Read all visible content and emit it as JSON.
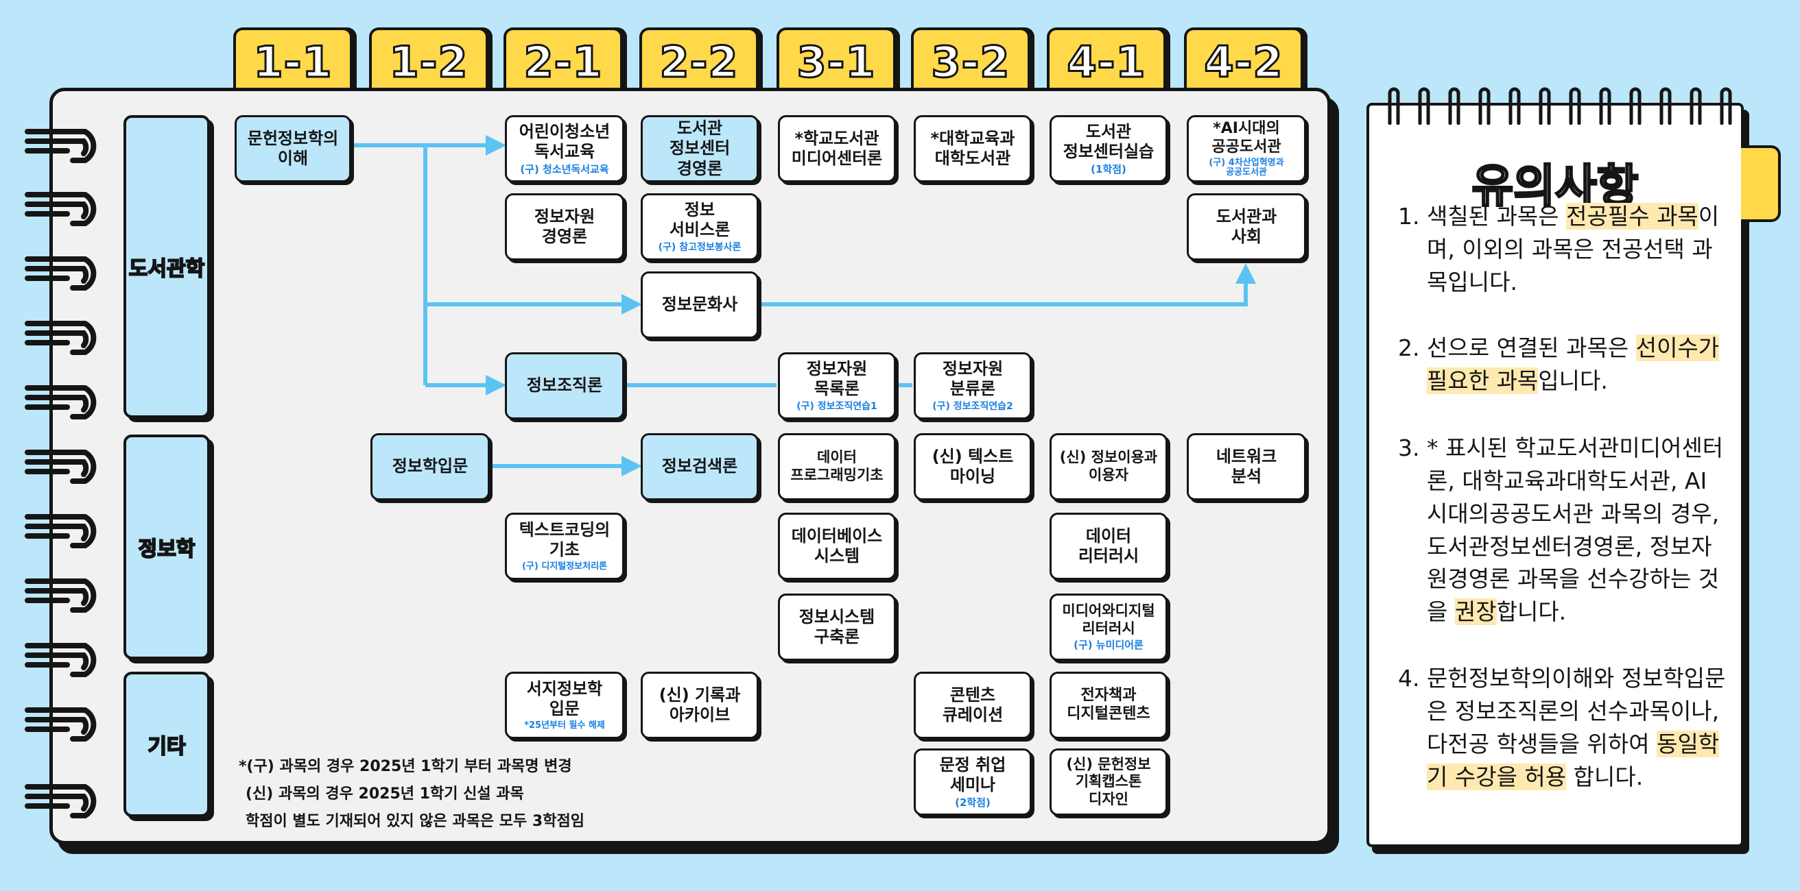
{
  "semesters": [
    "1-1",
    "1-2",
    "2-1",
    "2-2",
    "3-1",
    "3-2",
    "4-1",
    "4-2"
  ],
  "categories": {
    "library": "도서관학",
    "info": "정보학",
    "etc": "기타"
  },
  "courses": {
    "c11": {
      "title": "문헌정보학의\n이해"
    },
    "c21a": {
      "title": "어린이청소년\n독서교육",
      "note": "(구) 청소년독서교육"
    },
    "c22a": {
      "title": "도서관\n정보센터\n경영론"
    },
    "c31a": {
      "title": "*학교도서관\n미디어센터론"
    },
    "c32a": {
      "title": "*대학교육과\n대학도서관"
    },
    "c41a": {
      "title": "도서관\n정보센터실습",
      "note": "(1학점)"
    },
    "c42a": {
      "title": "*AI시대의\n공공도서관",
      "note": "(구) 4차산업혁명과\n공공도서관"
    },
    "c21b": {
      "title": "정보자원\n경영론"
    },
    "c22b": {
      "title": "정보\n서비스론",
      "note": "(구) 참고정보봉사론"
    },
    "c42b": {
      "title": "도서관과\n사회"
    },
    "c22c": {
      "title": "정보문화사"
    },
    "c21c": {
      "title": "정보조직론"
    },
    "c31b": {
      "title": "정보자원\n목록론",
      "note": "(구) 정보조직연습1"
    },
    "c32b": {
      "title": "정보자원\n분류론",
      "note": "(구) 정보조직연습2"
    },
    "c12": {
      "title": "정보학입문"
    },
    "c22d": {
      "title": "정보검색론"
    },
    "c31c": {
      "title": "데이터\n프로그래밍기초"
    },
    "c32c": {
      "title": "(신) 텍스트\n마이닝"
    },
    "c41b": {
      "title": "(신) 정보이용과\n이용자"
    },
    "c42c": {
      "title": "네트워크\n분석"
    },
    "c21d": {
      "title": "텍스트코딩의\n기초",
      "note": "(구) 디지털정보처리론"
    },
    "c31d": {
      "title": "데이터베이스\n시스템"
    },
    "c41c": {
      "title": "데이터\n리터러시"
    },
    "c31e": {
      "title": "정보시스템\n구축론"
    },
    "c41d": {
      "title": "미디어와디지털\n리터러시",
      "note": "(구) 뉴미디어론"
    },
    "c21e": {
      "title": "서지정보학\n입문",
      "note": "*25년부터 필수 해제"
    },
    "c22e": {
      "title": "(신) 기록과\n아카이브"
    },
    "c32d": {
      "title": "콘텐츠\n큐레이션"
    },
    "c41e": {
      "title": "전자책과\n디지털콘텐츠"
    },
    "c32e": {
      "title": "문정 취업\n세미나",
      "note": "(2학점)"
    },
    "c41f": {
      "title": "(신) 문헌정보\n기획캡스톤\n디자인"
    }
  },
  "footnotes": [
    "*(구) 과목의 경우 2025년 1학기 부터 과목명 변경",
    "(신) 과목의 경우 2025년 1학기 신설 과목",
    "학점이 별도 기재되어 있지 않은 과목은 모두 3학점임"
  ],
  "notes": {
    "title": "유의사항",
    "items": [
      {
        "num": "1.",
        "pre": "색칠된 과목은 ",
        "hl": "전공필수 과목",
        "post": "이며, 이외의 과목은 전공선택 과목입니다."
      },
      {
        "num": "2.",
        "pre": "선으로 연결된 과목은 ",
        "hl": "선이수가 필요한 과목",
        "post": "입니다."
      },
      {
        "num": "3.",
        "pre": "* 표시된 학교도서관미디어센터론, 대학교육과대학도서관, AI시대의공공도서관 과목의 경우, 도서관정보센터경영론, 정보자원경영론 과목을 선수강하는 것을 ",
        "hl": "권장",
        "post": "합니다."
      },
      {
        "num": "4.",
        "pre": "문헌정보학의이해와 정보학입문은 정보조직론의 선수과목이나, 다전공 학생들을 위하여 ",
        "hl": "동일학기 수강을 허용",
        "post": " 합니다."
      }
    ]
  },
  "colors": {
    "background": "#bce7fb",
    "required_course": "#bce7fb",
    "tab": "#ffd94a",
    "arrow": "#5bc3f2",
    "note_text": "#1a7fe0",
    "highlight": "#ffe9b0"
  }
}
